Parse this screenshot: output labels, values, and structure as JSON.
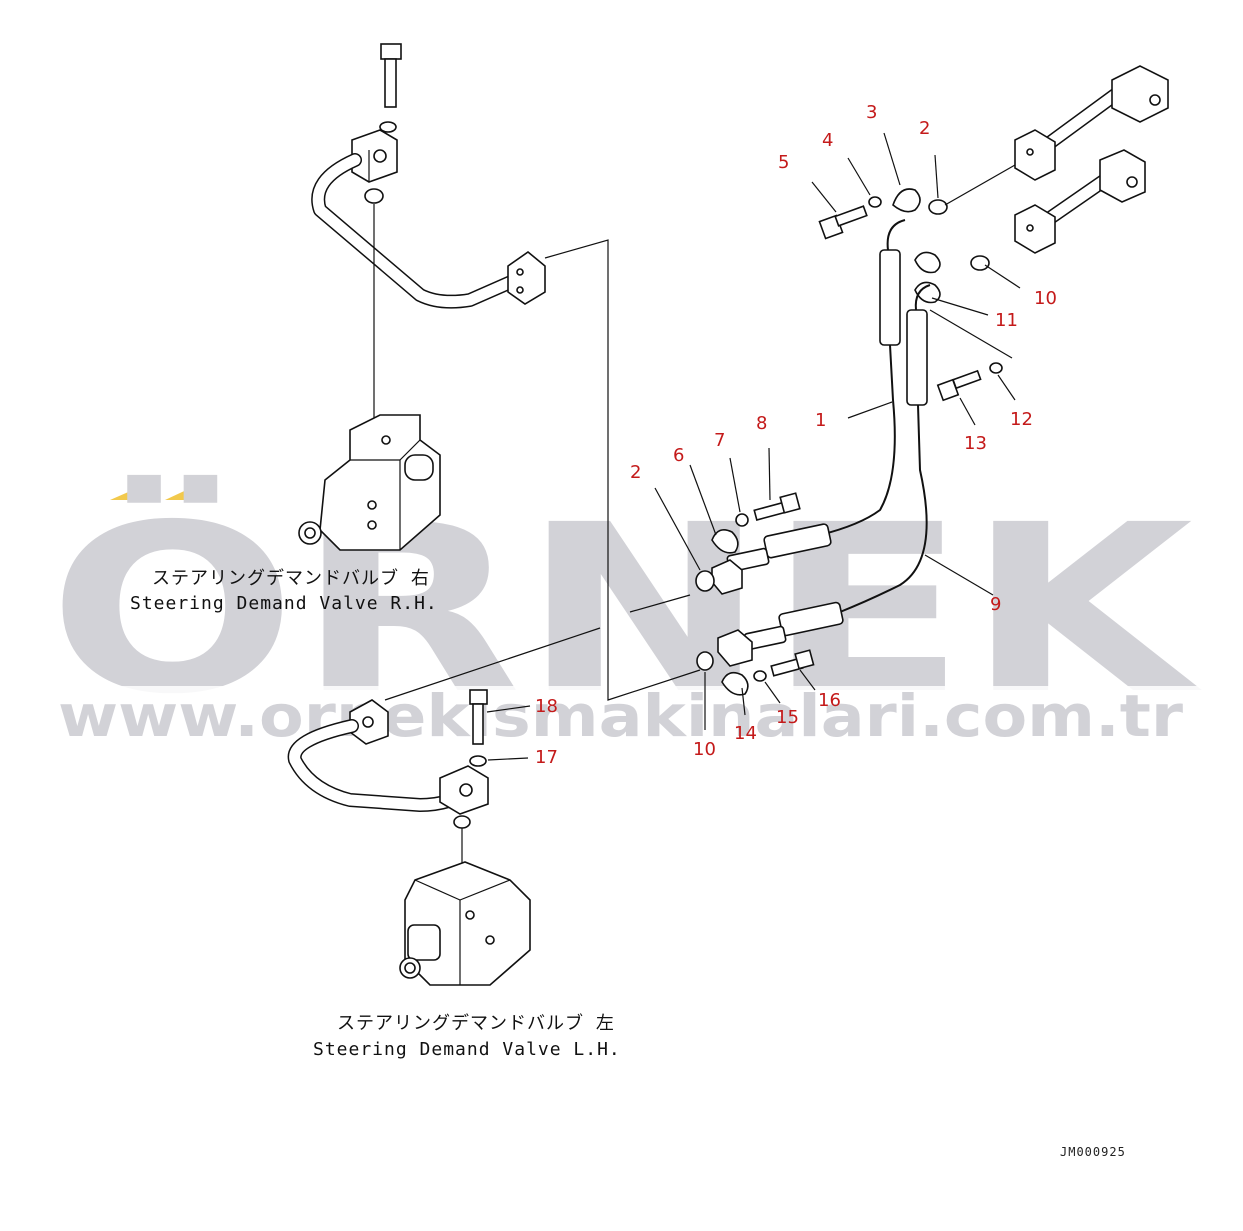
{
  "watermark": {
    "brand": "ÖRNEK",
    "site": "www.ornekismakinalari.com.tr",
    "accent_color": "#f2c94c"
  },
  "captions": {
    "rh_jp": "ステアリングデマンドバルブ 右",
    "rh_en": "Steering Demand Valve R.H.",
    "lh_jp": "ステアリングデマンドバルブ 左",
    "lh_en": "Steering Demand Valve L.H."
  },
  "drawing_ref": "JM000925",
  "callouts": [
    {
      "id": "c1",
      "label": "1"
    },
    {
      "id": "c2a",
      "label": "2"
    },
    {
      "id": "c2b",
      "label": "2"
    },
    {
      "id": "c3",
      "label": "3"
    },
    {
      "id": "c4",
      "label": "4"
    },
    {
      "id": "c5",
      "label": "5"
    },
    {
      "id": "c6",
      "label": "6"
    },
    {
      "id": "c7",
      "label": "7"
    },
    {
      "id": "c8",
      "label": "8"
    },
    {
      "id": "c9",
      "label": "9"
    },
    {
      "id": "c10a",
      "label": "10"
    },
    {
      "id": "c10b",
      "label": "10"
    },
    {
      "id": "c11",
      "label": "11"
    },
    {
      "id": "c12",
      "label": "12"
    },
    {
      "id": "c13",
      "label": "13"
    },
    {
      "id": "c14",
      "label": "14"
    },
    {
      "id": "c15",
      "label": "15"
    },
    {
      "id": "c16",
      "label": "16"
    },
    {
      "id": "c17",
      "label": "17"
    },
    {
      "id": "c18",
      "label": "18"
    }
  ]
}
